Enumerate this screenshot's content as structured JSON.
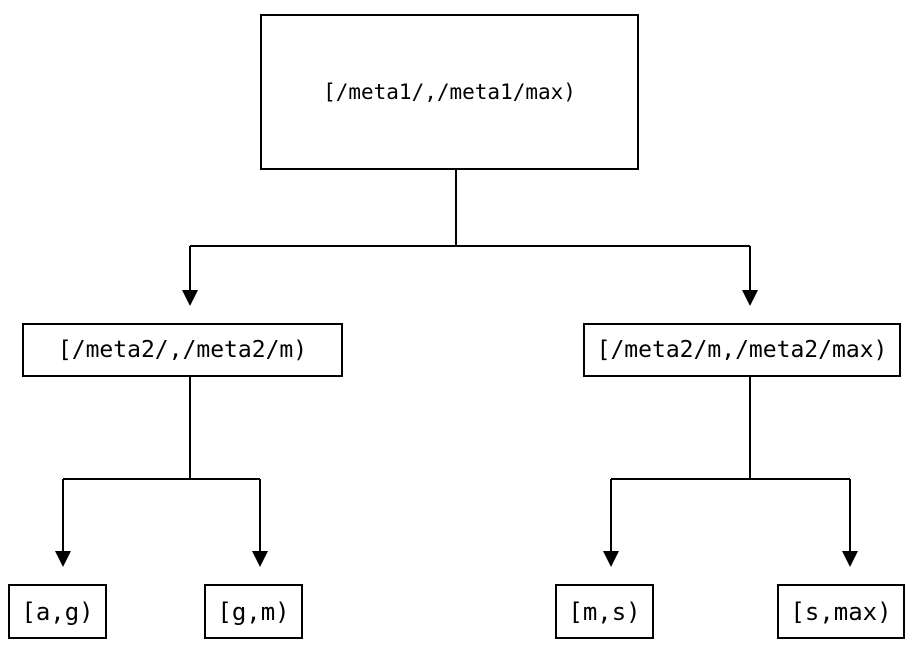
{
  "diagram": {
    "type": "binary-interval-partition-tree",
    "background_color": "#ffffff",
    "line_color": "#000000",
    "text_color": "#000000",
    "nodes": {
      "root": {
        "label": "[/meta1/,/meta1/max)"
      },
      "meta2_low": {
        "label": "[/meta2/,/meta2/m)"
      },
      "meta2_high": {
        "label": "[/meta2/m,/meta2/max)"
      },
      "leaf_a_g": {
        "label": "[a,g)"
      },
      "leaf_g_m": {
        "label": "[g,m)"
      },
      "leaf_m_s": {
        "label": "[m,s)"
      },
      "leaf_s_max": {
        "label": "[s,max)"
      }
    },
    "edges": [
      {
        "from": "root",
        "to": "meta2_low"
      },
      {
        "from": "root",
        "to": "meta2_high"
      },
      {
        "from": "meta2_low",
        "to": "leaf_a_g"
      },
      {
        "from": "meta2_low",
        "to": "leaf_g_m"
      },
      {
        "from": "meta2_high",
        "to": "leaf_m_s"
      },
      {
        "from": "meta2_high",
        "to": "leaf_s_max"
      }
    ]
  }
}
